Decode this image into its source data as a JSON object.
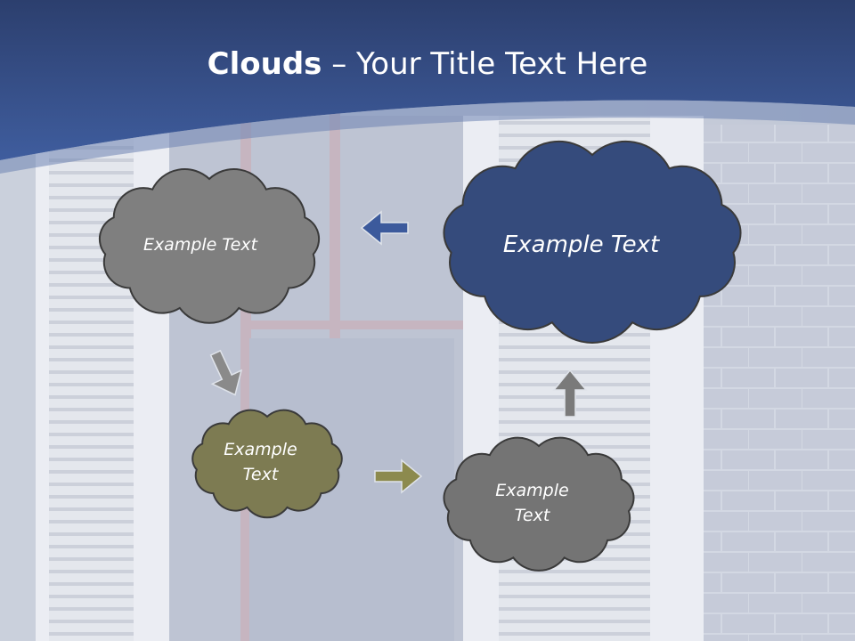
{
  "title": {
    "bold_part": "Clouds",
    "separator": " – ",
    "rest": "Your Title Text Here"
  },
  "clouds": [
    {
      "label": "Example Text",
      "color": "#7f7f7f"
    },
    {
      "label": "Example Text",
      "color": "#354b7c"
    },
    {
      "label": "Example Text",
      "color": "#7d7b52"
    },
    {
      "label": "Example Text",
      "color": "#747474"
    }
  ],
  "arrows": [
    {
      "direction": "left",
      "color": "#3c5a9c"
    },
    {
      "direction": "down-right",
      "color": "#8a8a8a"
    },
    {
      "direction": "right",
      "color": "#8c8a4e"
    },
    {
      "direction": "up",
      "color": "#7a7a7a"
    }
  ],
  "theme": {
    "banner": "#34508f",
    "banner_light": "#6e83b3"
  }
}
